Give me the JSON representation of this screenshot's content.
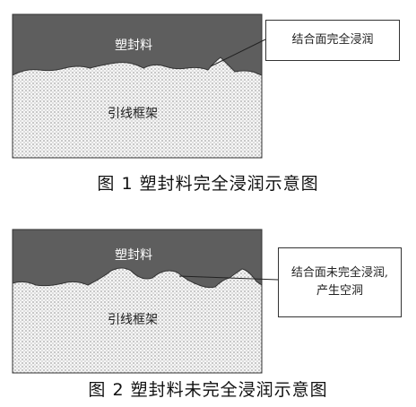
{
  "figure1": {
    "top_label": "塑封料",
    "bottom_label": "引线框架",
    "callout": "结合面完全浸润",
    "caption": "图 1  塑封料完全浸润示意图"
  },
  "figure2": {
    "top_label": "塑封料",
    "bottom_label": "引线框架",
    "callout_line1": "结合面未完全浸润,",
    "callout_line2": "产生空洞",
    "caption": "图 2  塑封料未完全浸润示意图"
  },
  "colors": {
    "mold_compound": "#5e5e5e",
    "lead_frame_fill": "#f4f4f4",
    "border": "#333333"
  }
}
